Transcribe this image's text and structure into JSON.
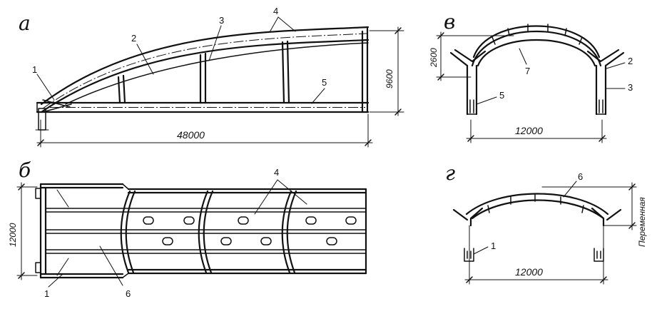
{
  "panels": {
    "a": "а",
    "b": "б",
    "v": "в",
    "g": "г"
  },
  "callouts": {
    "a": [
      "1",
      "2",
      "3",
      "4",
      "5"
    ],
    "b": [
      "4",
      "1",
      "6"
    ],
    "v": [
      "7",
      "2",
      "3",
      "5"
    ],
    "g": [
      "6",
      "1"
    ]
  },
  "dimensions": {
    "a_length": "48000",
    "a_height": "9600",
    "b_width": "12000",
    "v_height": "2600",
    "v_span": "12000",
    "g_span": "12000",
    "g_variable": "Переменная"
  }
}
